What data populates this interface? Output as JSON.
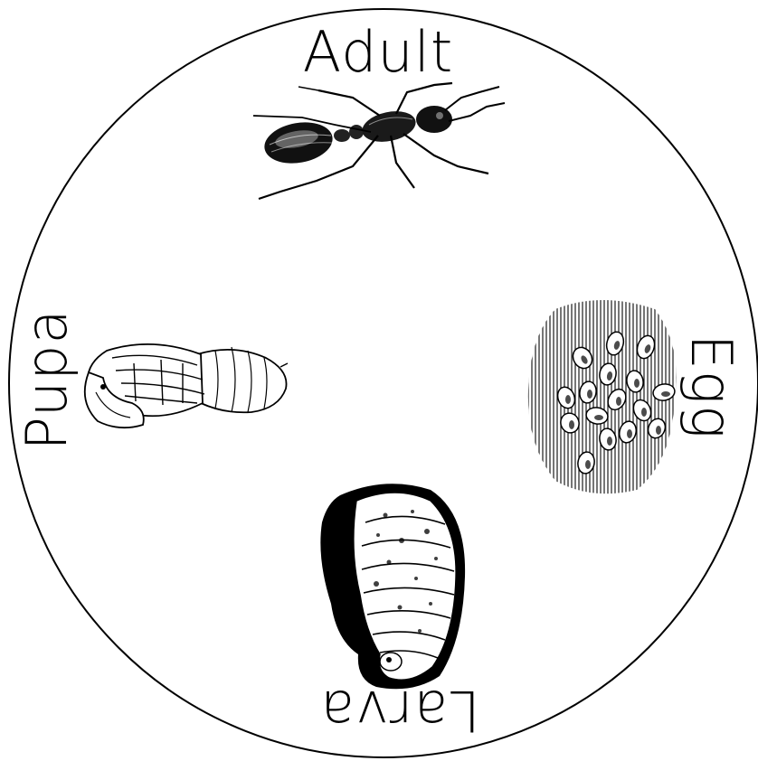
{
  "diagram": {
    "stages": [
      {
        "key": "adult",
        "label": "Adult",
        "position": "top",
        "icon": "ant-adult-icon"
      },
      {
        "key": "egg",
        "label": "Egg",
        "position": "right",
        "icon": "egg-cluster-icon"
      },
      {
        "key": "larva",
        "label": "Larva",
        "position": "bottom",
        "icon": "larva-icon"
      },
      {
        "key": "pupa",
        "label": "Pupa",
        "position": "left",
        "icon": "pupa-icon"
      }
    ],
    "colors": {
      "ink": "#000000",
      "paper": "#ffffff"
    }
  }
}
